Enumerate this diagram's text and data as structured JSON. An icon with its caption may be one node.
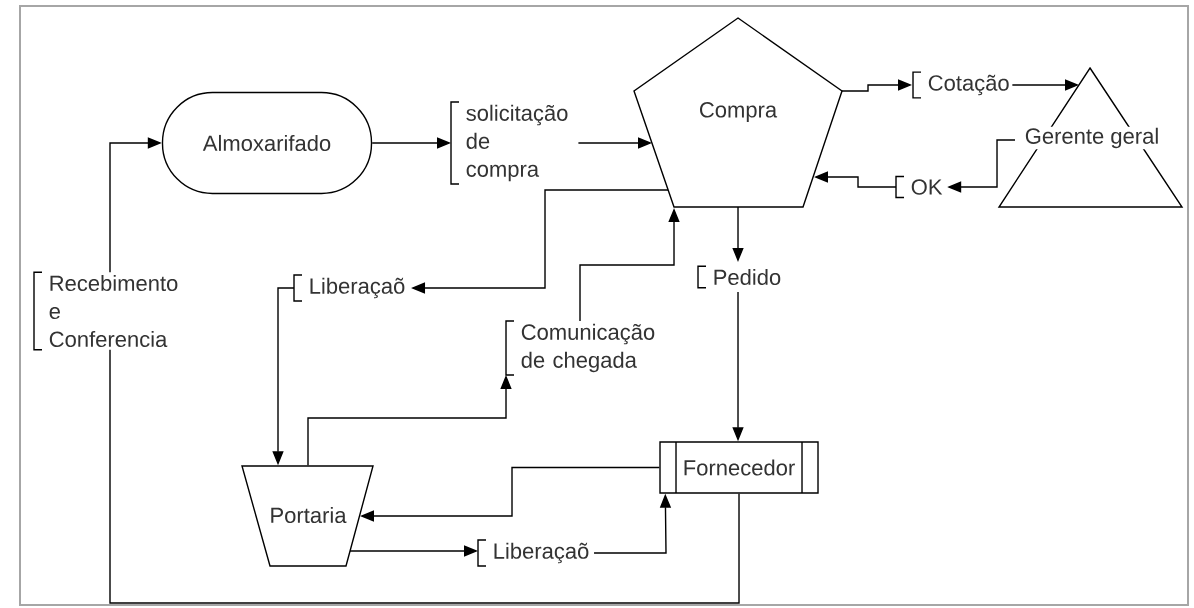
{
  "diagram": {
    "nodes": [
      {
        "text": [
          "Almoxarifado"
        ]
      },
      {
        "text": [
          "solicitação de compra"
        ]
      },
      {
        "text": [
          "Compra"
        ]
      },
      {
        "text": [
          "Cotação"
        ]
      },
      {
        "text": [
          "Gerente geral"
        ]
      },
      {
        "text": [
          "OK"
        ]
      },
      {
        "text": [
          "Pedido"
        ]
      },
      {
        "text": [
          "Fornecedor"
        ]
      },
      {
        "text": [
          "Portaria"
        ]
      },
      {
        "text": [
          "Liberaçaõ"
        ]
      },
      {
        "text": [
          "Comunicação de chegada"
        ]
      },
      {
        "text": [
          "Liberaçaõ"
        ]
      },
      {
        "text": [
          "Recebimento e Conferencia"
        ]
      }
    ],
    "edges": [
      {
        "from": 0,
        "to": 1,
        "arrow": "to"
      },
      {
        "from": 1,
        "to": 2,
        "arrow": "to"
      },
      {
        "from": 2,
        "to": 3,
        "arrow": "to"
      },
      {
        "from": 3,
        "to": 4,
        "arrow": "to"
      },
      {
        "from": 4,
        "to": 5,
        "arrow": "to"
      },
      {
        "from": 5,
        "to": 2,
        "arrow": "to"
      },
      {
        "from": 2,
        "to": 6,
        "arrow": "to"
      },
      {
        "from": 6,
        "to": 7,
        "arrow": "to"
      },
      {
        "from": 2,
        "to": 9,
        "arrow": "to"
      },
      {
        "from": 9,
        "to": 8,
        "arrow": "to"
      },
      {
        "from": 8,
        "to": 10,
        "arrow": "to"
      },
      {
        "from": 10,
        "to": 2,
        "arrow": "to"
      },
      {
        "from": 7,
        "to": 8,
        "arrow": "to"
      },
      {
        "from": 8,
        "to": 11,
        "arrow": "to"
      },
      {
        "from": 11,
        "to": 7,
        "arrow": "to"
      },
      {
        "from": 7,
        "to": 12,
        "arrow": "none"
      },
      {
        "from": 12,
        "to": 0,
        "arrow": "to"
      }
    ]
  }
}
